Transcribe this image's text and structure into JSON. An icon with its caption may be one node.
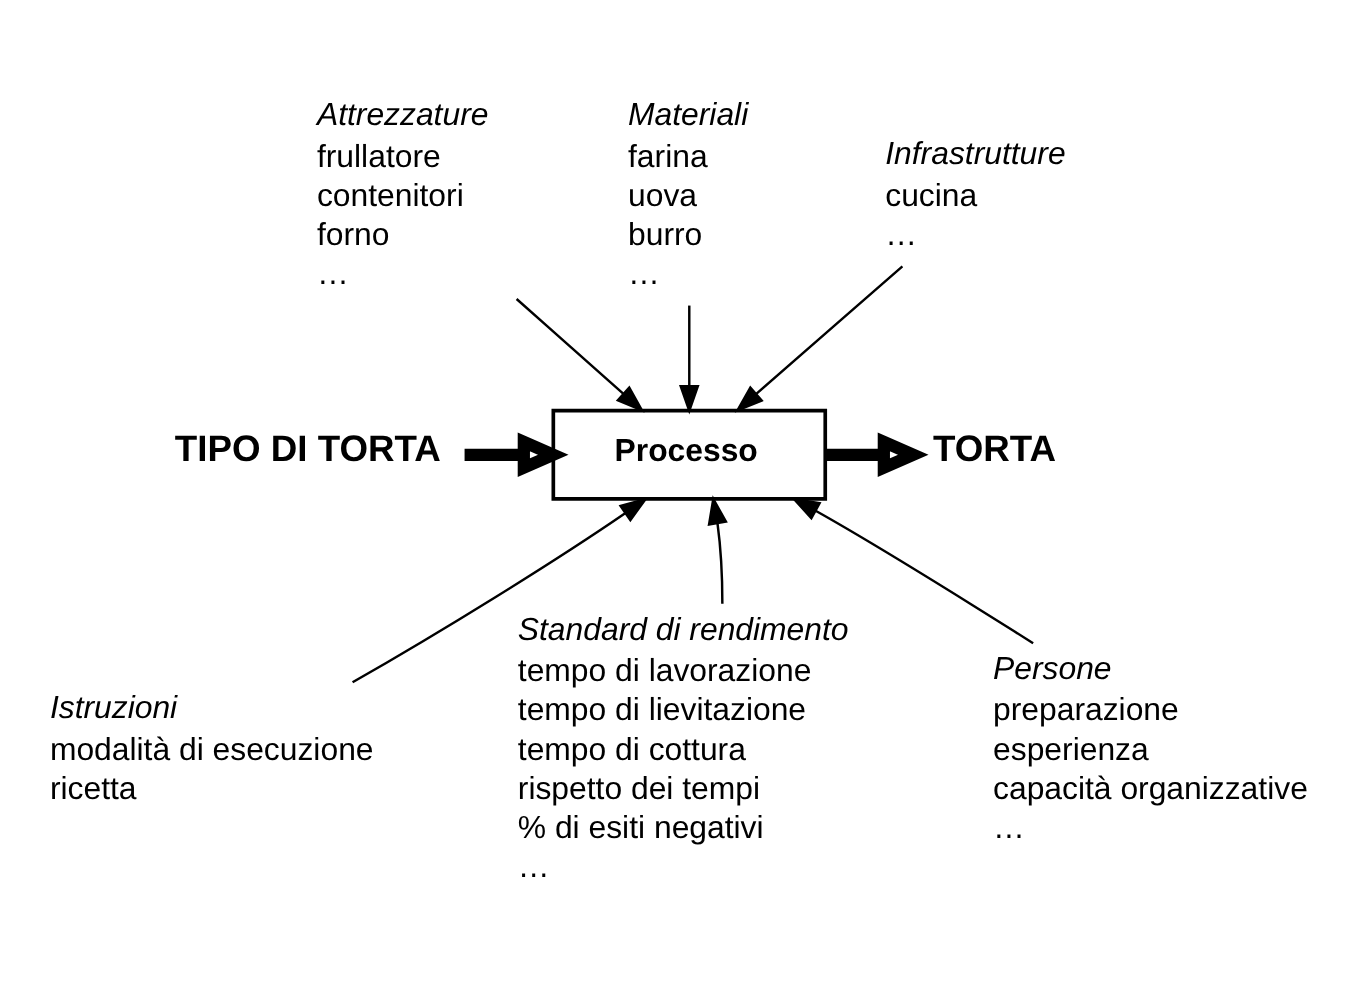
{
  "diagram": {
    "nodes": [
      {
        "text": [
          "Processo"
        ]
      },
      {
        "text": [
          "Attrezzature",
          "frullatore",
          "contenitori",
          "forno",
          "…"
        ]
      },
      {
        "text": [
          "Materiali",
          "farina",
          "uova",
          "burro",
          "…"
        ]
      },
      {
        "text": [
          "Infrastrutture",
          "cucina",
          "…"
        ]
      },
      {
        "text": [
          "TIPO DI TORTA"
        ]
      },
      {
        "text": [
          "TORTA"
        ]
      },
      {
        "text": [
          "Istruzioni",
          "modalità di esecuzione",
          "ricetta"
        ]
      },
      {
        "text": [
          "Standard di rendimento",
          "tempo di lavorazione",
          "tempo di lievitazione",
          "tempo di cottura",
          "rispetto dei tempi",
          "% di esiti negativi",
          "…"
        ]
      },
      {
        "text": [
          "Persone",
          "preparazione",
          "esperienza",
          "capacità organizzative",
          "…"
        ]
      }
    ],
    "edges": [
      {
        "from": 1,
        "to": 0,
        "arrow": "to"
      },
      {
        "from": 2,
        "to": 0,
        "arrow": "to"
      },
      {
        "from": 3,
        "to": 0,
        "arrow": "to"
      },
      {
        "from": 4,
        "to": 0,
        "arrow": "to",
        "style": "thick"
      },
      {
        "from": 0,
        "to": 5,
        "arrow": "to",
        "style": "thick"
      },
      {
        "from": 6,
        "to": 0,
        "arrow": "to"
      },
      {
        "from": 7,
        "to": 0,
        "arrow": "to"
      },
      {
        "from": 8,
        "to": 0,
        "arrow": "to"
      }
    ]
  }
}
